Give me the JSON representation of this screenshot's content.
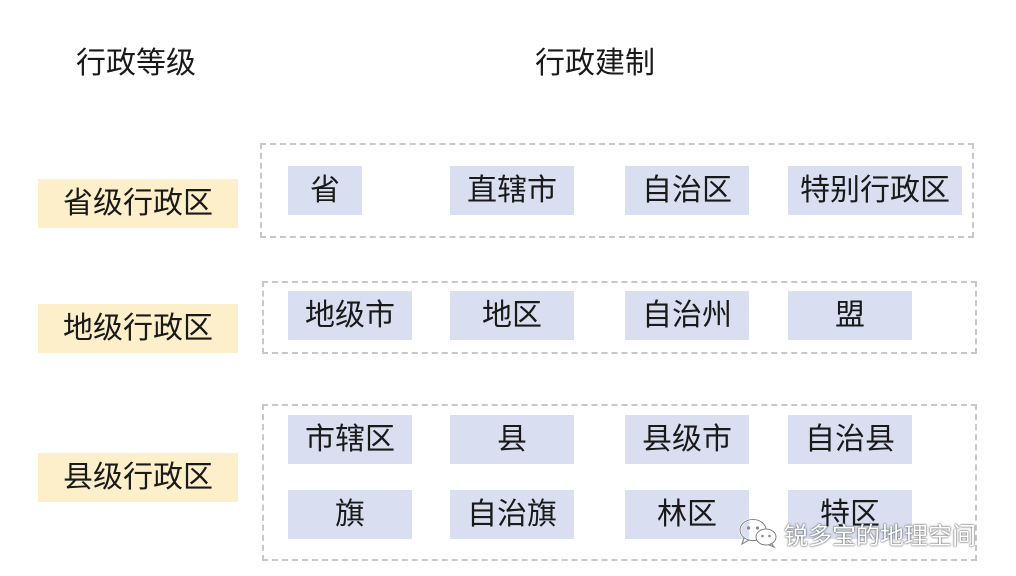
{
  "headers": {
    "level": "行政等级",
    "system": "行政建制"
  },
  "levels": [
    {
      "label": "省级行政区",
      "units": [
        "省",
        "直辖市",
        "自治区",
        "特别行政区"
      ]
    },
    {
      "label": "地级行政区",
      "units": [
        "地级市",
        "地区",
        "自治州",
        "盟"
      ]
    },
    {
      "label": "县级行政区",
      "units": [
        "市辖区",
        "县",
        "县级市",
        "自治县",
        "旗",
        "自治旗",
        "林区",
        "特区"
      ]
    }
  ],
  "watermark": {
    "icon": "wechat-icon",
    "text": "锐多宝的地理空间"
  },
  "colors": {
    "level_fill": "#fdefc9",
    "unit_fill": "#d9dff0",
    "frame_stroke": "#c8c8c8"
  }
}
